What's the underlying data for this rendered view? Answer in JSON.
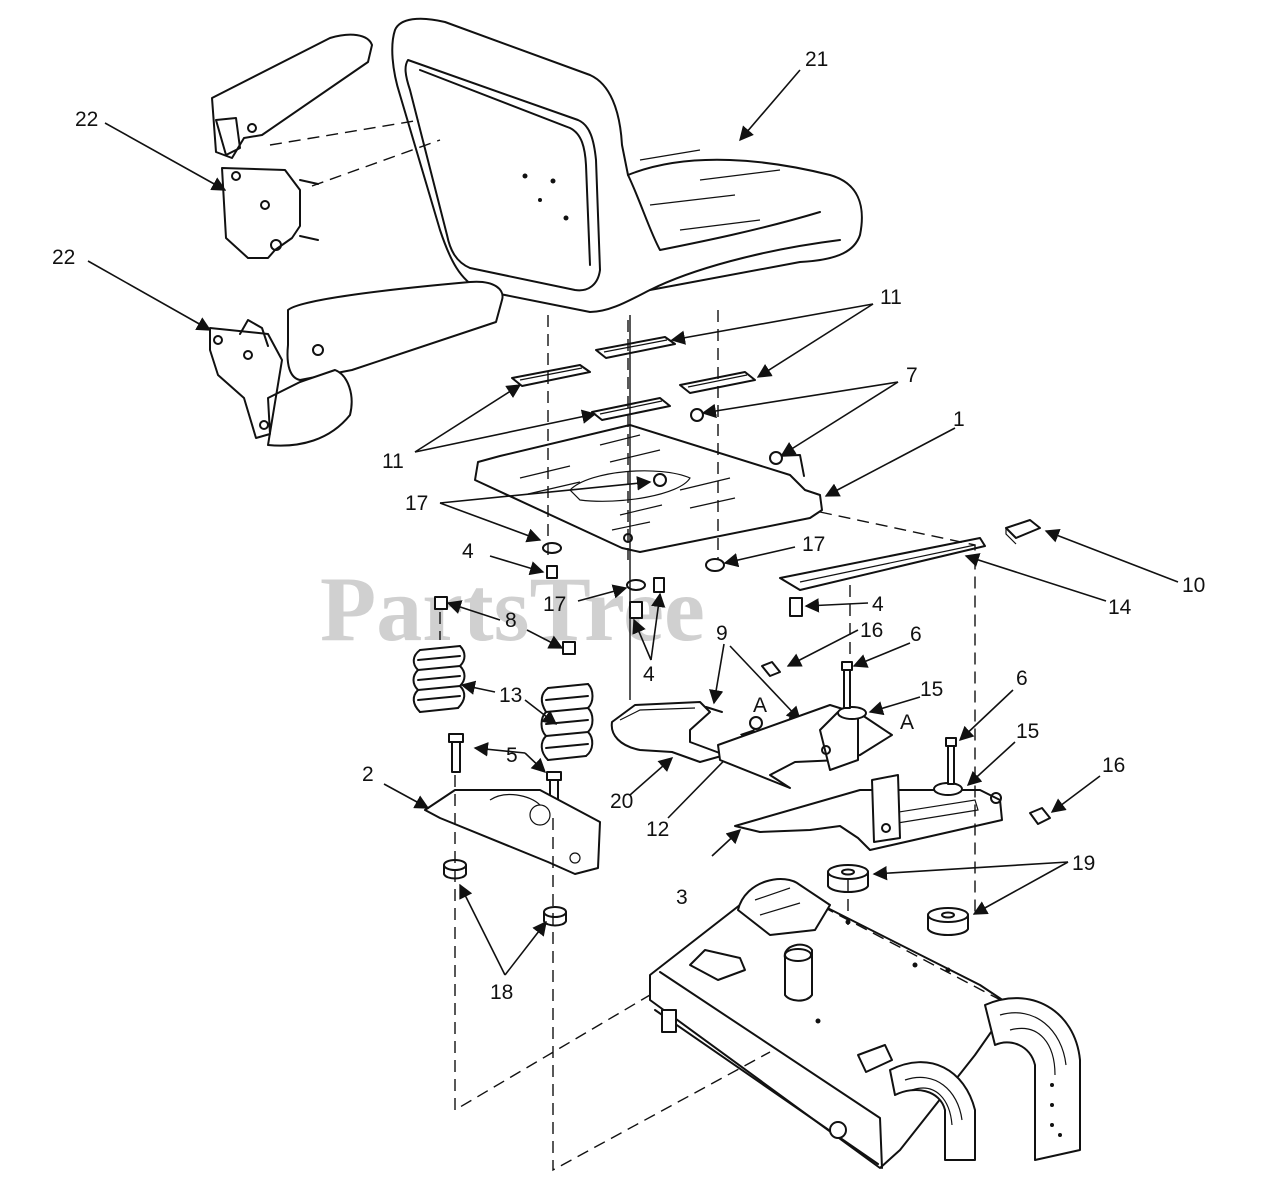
{
  "watermark": "PartsTree",
  "callouts": {
    "c1": "1",
    "c2": "2",
    "c3": "3",
    "c4a": "4",
    "c4b": "4",
    "c4c": "4",
    "c5": "5",
    "c6a": "6",
    "c6b": "6",
    "c7": "7",
    "c8": "8",
    "c9": "9",
    "c10": "10",
    "c11a": "11",
    "c11b": "11",
    "c12": "12",
    "c13": "13",
    "c14": "14",
    "c15a": "15",
    "c15b": "15",
    "c16a": "16",
    "c16b": "16",
    "c17a": "17",
    "c17b": "17",
    "c17c": "17",
    "c18": "18",
    "c19": "19",
    "c20": "20",
    "c21": "21",
    "c22a": "22",
    "c22b": "22",
    "refA1": "A",
    "refA2": "A"
  }
}
